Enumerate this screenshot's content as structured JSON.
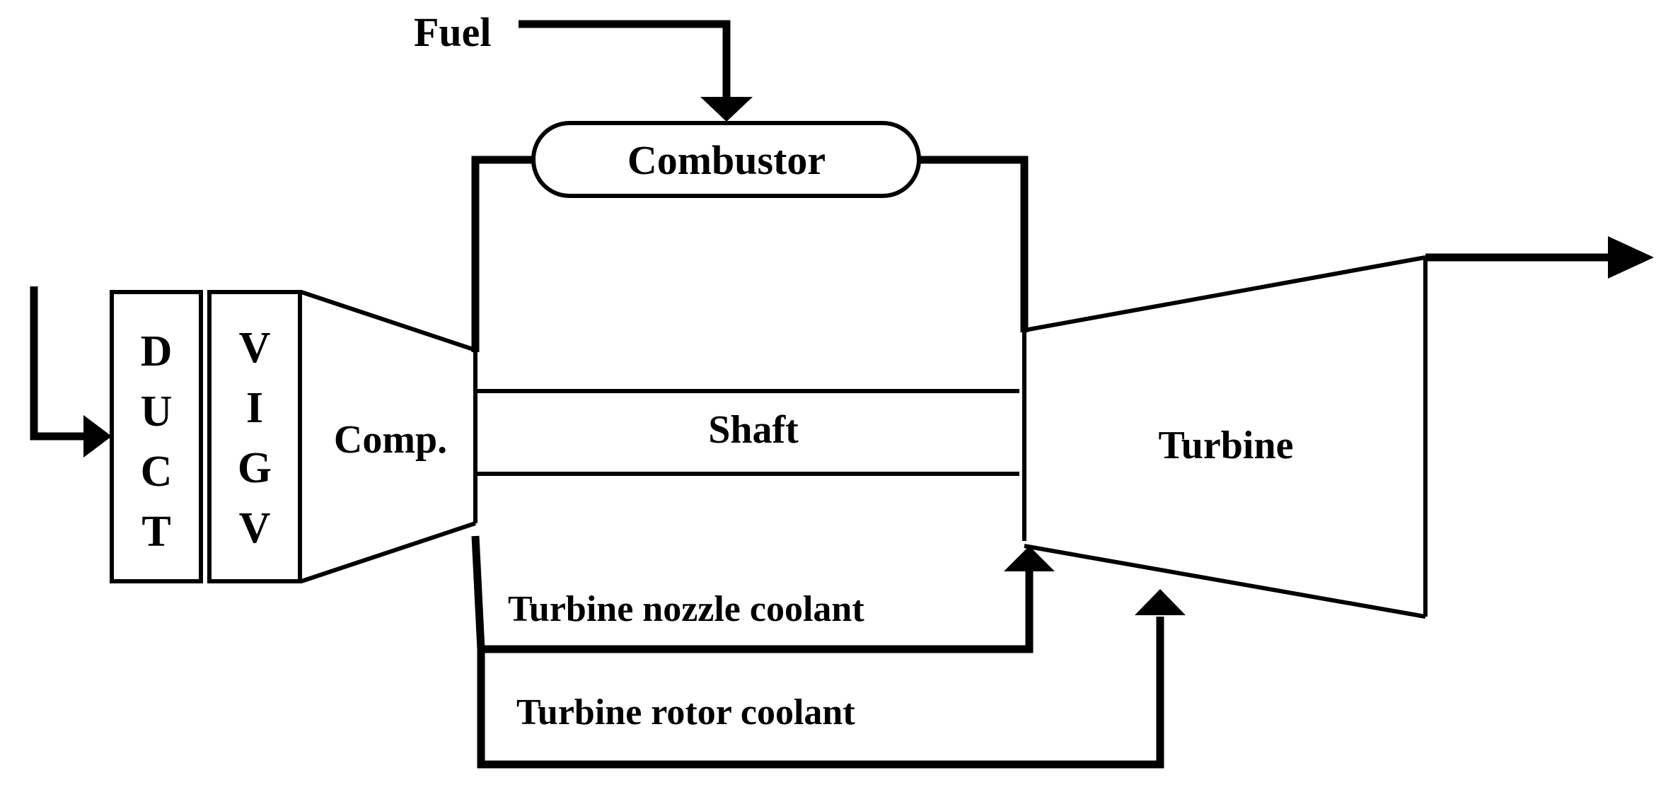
{
  "diagram": {
    "labels": {
      "fuel": "Fuel",
      "combustor": "Combustor",
      "duct_letters": [
        "D",
        "U",
        "C",
        "T"
      ],
      "vigv_letters": [
        "V",
        "I",
        "G",
        "V"
      ],
      "compressor": "Comp.",
      "shaft": "Shaft",
      "turbine": "Turbine",
      "nozzle_coolant": "Turbine nozzle coolant",
      "rotor_coolant": "Turbine rotor coolant"
    }
  }
}
